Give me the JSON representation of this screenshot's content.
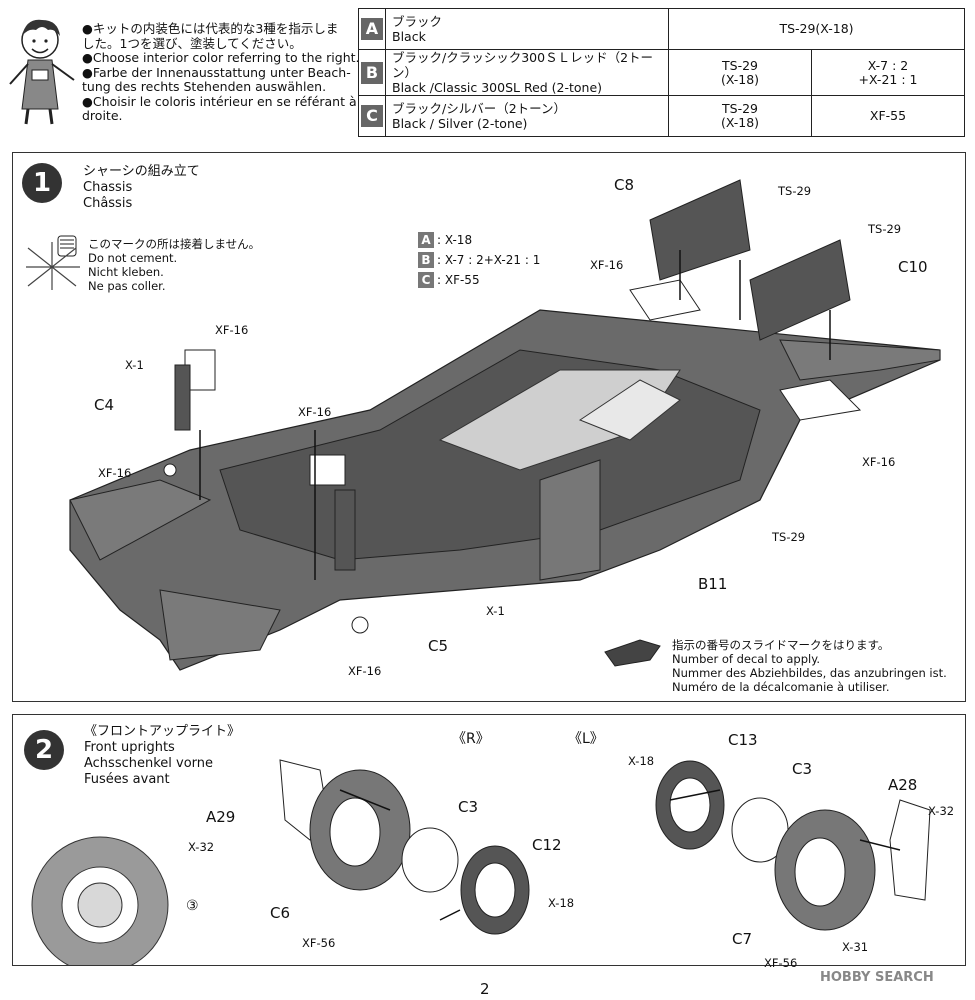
{
  "intro": {
    "lines": [
      "●キットの内装色には代表的な3種を指示しま",
      "した。1つを選び、塗装してください。",
      "●Choose interior color referring to the right.",
      "●Farbe der Innenausstattung unter Beach-",
      "tung des rechts Stehenden auswählen.",
      "●Choisir le coloris intérieur en se référant à",
      "droite."
    ]
  },
  "color_table": [
    {
      "key": "A",
      "name_ja": "ブラック",
      "name_en": "Black",
      "value": "TS-29(X-18)"
    },
    {
      "key": "B",
      "name_ja": "ブラック/クラッシック300ＳＬレッド（2トーン）",
      "name_en": "Black /Classic 300SL Red (2-tone)",
      "value1a": "TS-29",
      "value1b": "(X-18)",
      "value2a": "X-7 : 2",
      "value2b": "+X-21 : 1"
    },
    {
      "key": "C",
      "name_ja": "ブラック/シルバー（2トーン）",
      "name_en": "Black / Silver (2-tone)",
      "value1a": "TS-29",
      "value1b": "(X-18)",
      "value2a": "XF-55"
    }
  ],
  "step1": {
    "number": "1",
    "title_ja": "シャーシの組み立て",
    "title_en": "Chassis",
    "title_fr": "Châssis",
    "note_ja": "このマークの所は接着しません。",
    "note_en": "Do not cement.",
    "note_de": "Nicht kleben.",
    "note_fr": "Ne pas coller.",
    "key_a": "A",
    "key_a_val": ": X-18",
    "key_b": "B",
    "key_b_val": ": X-7 : 2+X-21 : 1",
    "key_c": "C",
    "key_c_val": ": XF-55",
    "decal_ja": "指示の番号のスライドマークをはります。",
    "decal_en": "Number of decal to apply.",
    "decal_de": "Nummer des Abziehbildes, das anzubringen ist.",
    "decal_fr": "Numéro de la décalcomanie à utiliser.",
    "labels": {
      "c8": "C8",
      "c10": "C10",
      "c4": "C4",
      "c5": "C5",
      "b11": "B11",
      "ts29_a": "TS-29",
      "ts29_b": "TS-29",
      "ts29_c": "TS-29",
      "xf16_a": "XF-16",
      "xf16_b": "XF-16",
      "xf16_c": "XF-16",
      "xf16_d": "XF-16",
      "xf16_e": "XF-16",
      "xf16_f": "XF-16",
      "x1_a": "X-1",
      "x1_b": "X-1"
    }
  },
  "step2": {
    "number": "2",
    "title_ja": "《フロントアップライト》",
    "title_en": "Front uprights",
    "title_de": "Achsschenkel vorne",
    "title_fr": "Fusées avant",
    "right": "《R》",
    "left": "《L》",
    "labels": {
      "a29": "A29",
      "x32_a": "X-32",
      "c6": "C6",
      "xf56_a": "XF-56",
      "c3_a": "C3",
      "c12": "C12",
      "x18_a": "X-18",
      "x18_b": "X-18",
      "c13": "C13",
      "c3_b": "C3",
      "a28": "A28",
      "x32_b": "X-32",
      "c7": "C7",
      "x31": "X-31",
      "xf56_b": "XF-56",
      "ref3": "③"
    }
  },
  "page_number": "2",
  "watermark": "HOBBY SEARCH",
  "colors": {
    "dark_gray": "#5a5a5a",
    "light_gray": "#d8d8d8",
    "mid_gray": "#9a9a9a"
  }
}
